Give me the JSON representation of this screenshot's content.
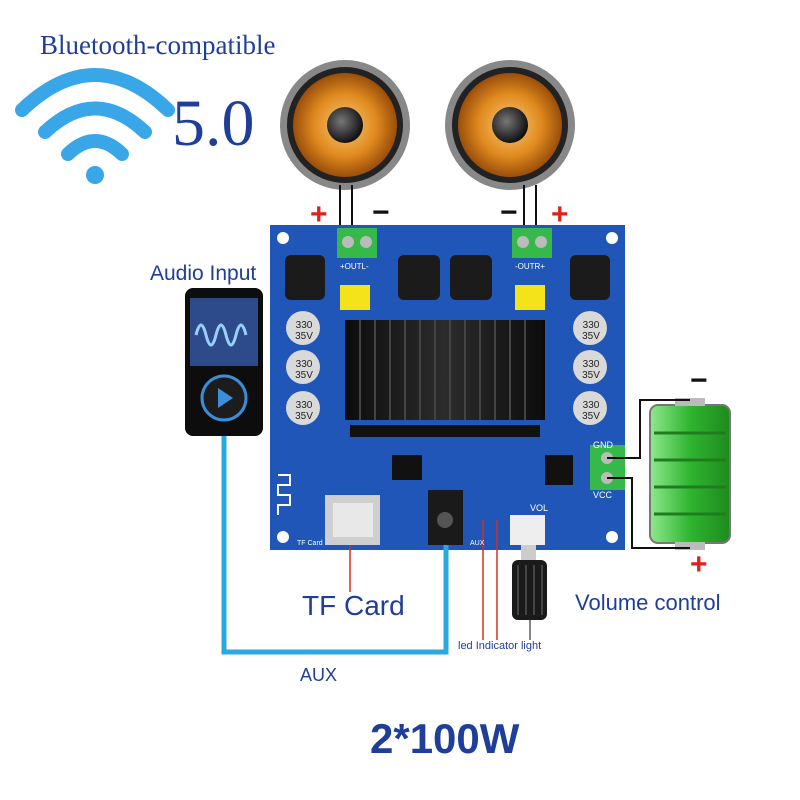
{
  "header": {
    "connectivity": "Bluetooth-compatible",
    "version": "5.0"
  },
  "labels": {
    "audio_input": "Audio Input",
    "tf_card": "TF Card",
    "volume_control": "Volume control",
    "led_indicator": "led Indicator light",
    "aux": "AUX",
    "power_rating": "2*100W"
  },
  "polarity": {
    "plus": "+",
    "minus": "−"
  },
  "board_text": {
    "cap_value": "330",
    "cap_voltage": "35V",
    "out_left": "+OUTL-",
    "out_right": "-OUTR+",
    "gnd": "GND",
    "vcc": "VCC",
    "vol": "VOL",
    "tf": "TF Card",
    "aux_pcb": "AUX"
  },
  "colors": {
    "accent": "#1f3e9a",
    "wire": "#2aa8e0",
    "pcb": "#1f56b8",
    "positive": "#e0201c",
    "battery": "#3cc63c"
  },
  "icons": [
    "wifi-icon",
    "speaker-icon",
    "speaker-icon",
    "music-player-icon",
    "battery-icon",
    "volume-knob-icon"
  ]
}
